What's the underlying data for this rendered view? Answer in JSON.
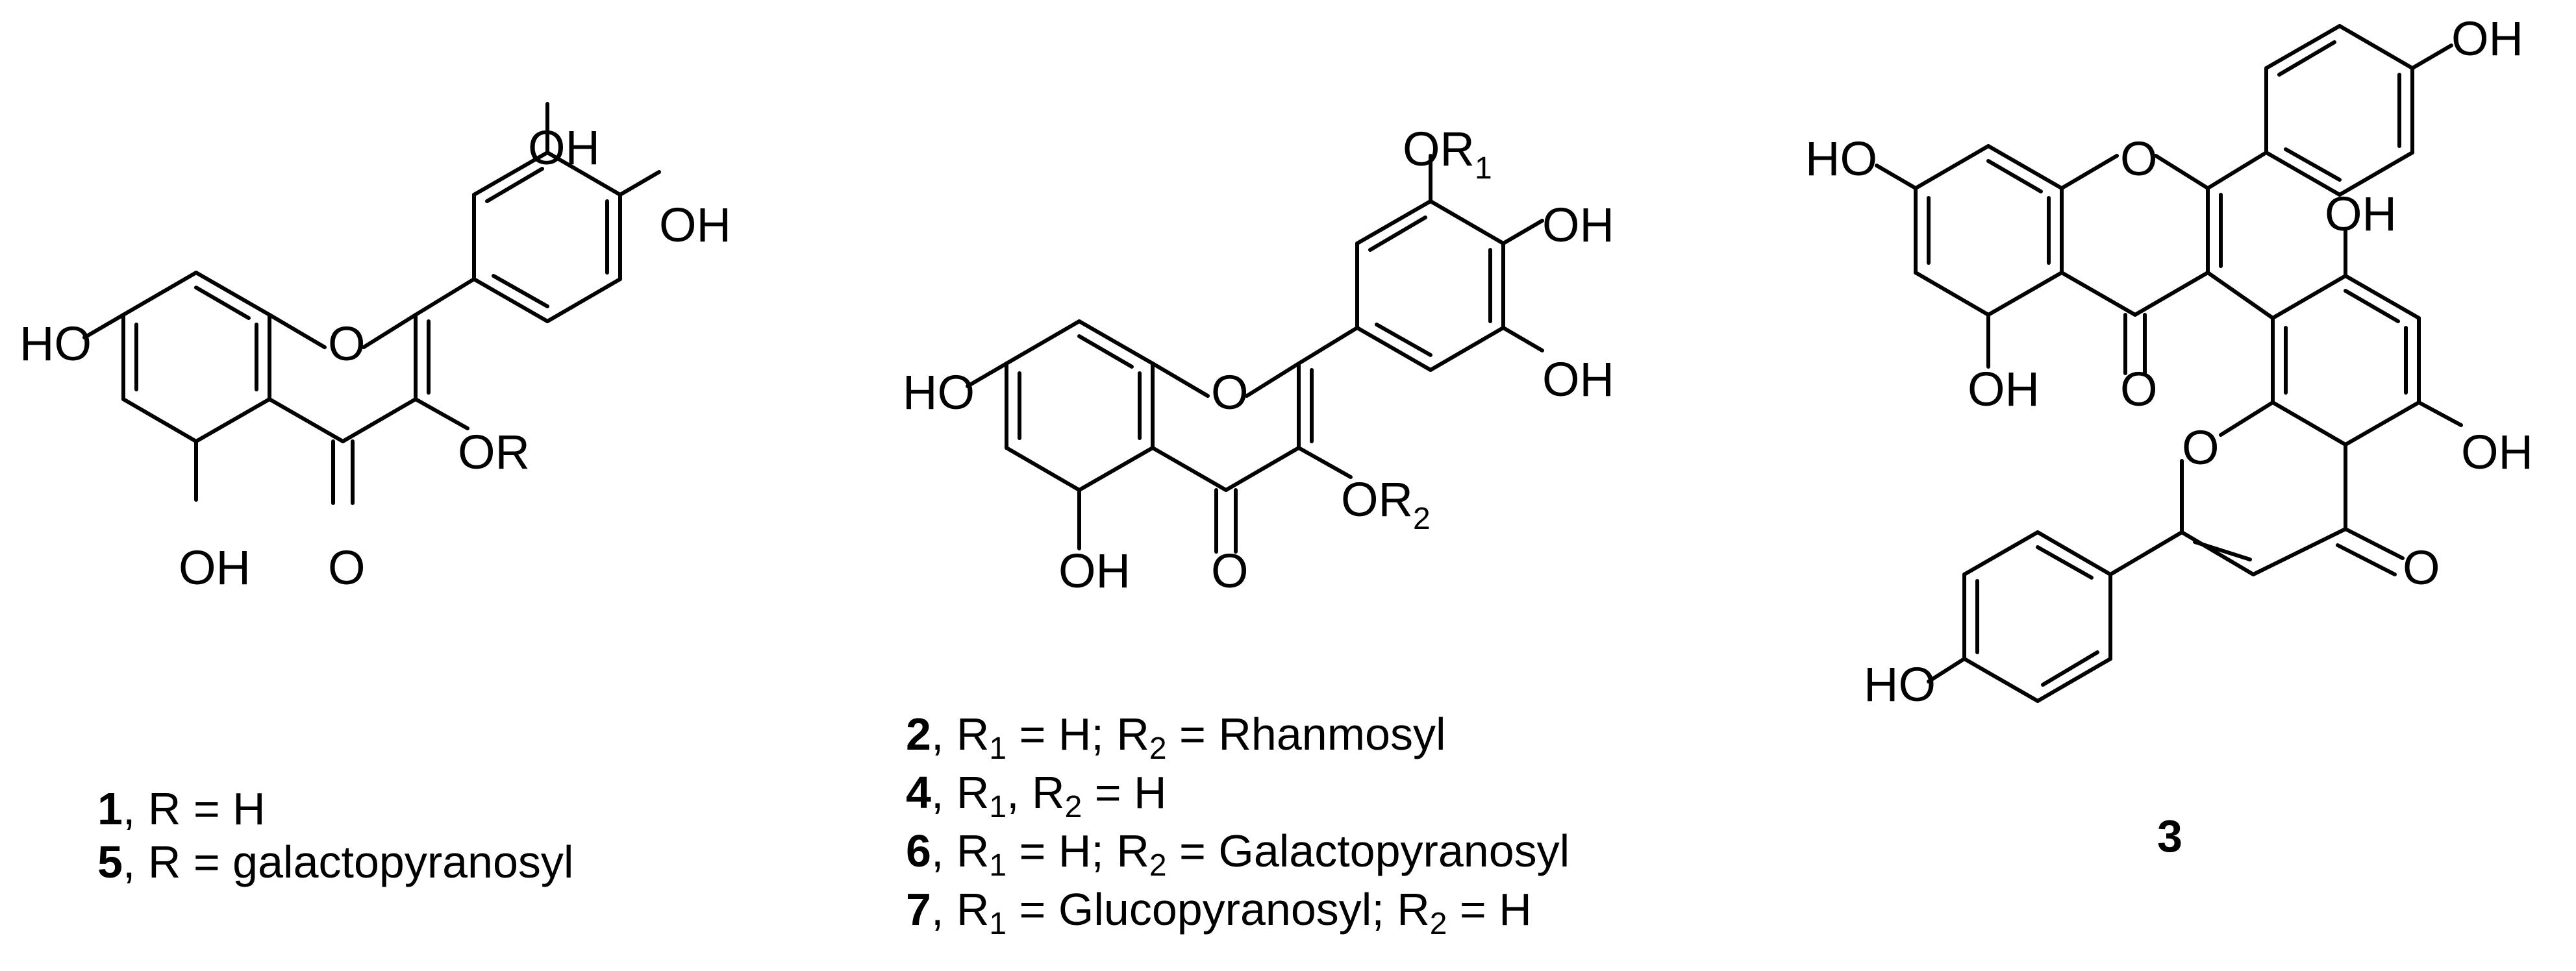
{
  "figure": {
    "compounds": [
      {
        "id": "1-5",
        "atom_labels": {
          "oh_a": "OH",
          "oh_b": "OH",
          "ho": "HO",
          "ring_o": "O",
          "or_group": "OR",
          "oh_c": "OH",
          "keto_o": "O"
        },
        "captions": [
          {
            "number": "1",
            "text": ", R = H"
          },
          {
            "number": "5",
            "text": ", R = galactopyranosyl"
          }
        ]
      },
      {
        "id": "2-4-6-7",
        "atom_labels": {
          "or1_prefix": "OR",
          "or1_sub": "1",
          "oh_a": "OH",
          "oh_b": "OH",
          "ho": "HO",
          "ring_o": "O",
          "or2_prefix": "OR",
          "or2_sub": "2",
          "oh_c": "OH",
          "keto_o": "O"
        },
        "captions": [
          {
            "number": "2",
            "r": "R",
            "s1": "1",
            "m1": " = H; R",
            "s2": "2",
            "m2": " = Rhanmosyl"
          },
          {
            "number": "4",
            "r": "R",
            "s1": "1",
            "m1": ", R",
            "s2": "2",
            "m2": " = H"
          },
          {
            "number": "6",
            "r": "R",
            "s1": "1",
            "m1": " = H; R",
            "s2": "2",
            "m2": " = Galactopyranosyl"
          },
          {
            "number": "7",
            "r": "R",
            "s1": "1",
            "m1": " = Glucopyranosyl; R",
            "s2": "2",
            "m2": " = H"
          }
        ]
      },
      {
        "id": "3",
        "atom_labels": {
          "oh_top": "OH",
          "ho_left": "HO",
          "ring_o_top": "O",
          "oh_mid": "OH",
          "oh_bl": "OH",
          "keto_o_top": "O",
          "ring_o_bottom": "O",
          "oh_right": "OH",
          "keto_o_bottom": "O",
          "ho_bottom": "HO"
        },
        "caption_number": "3"
      }
    ]
  }
}
